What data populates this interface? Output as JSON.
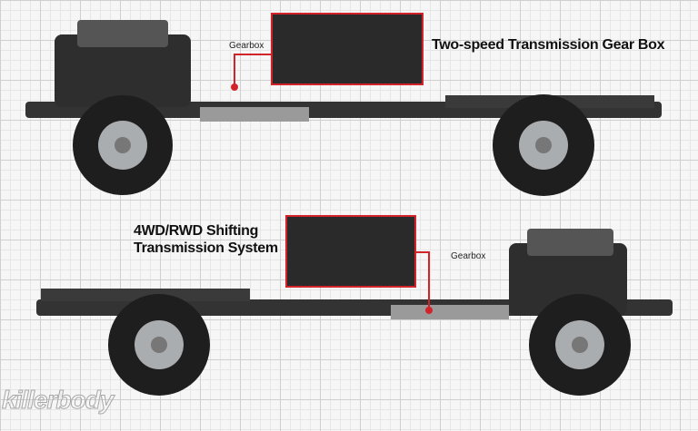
{
  "top": {
    "callout_label": "Gearbox",
    "title": "Two-speed Transmission Gear Box"
  },
  "bottom": {
    "title_line1": "4WD/RWD Shifting",
    "title_line2": "Transmission System",
    "callout_label": "Gearbox"
  },
  "logo": "killerbody",
  "colors": {
    "accent": "#d2232a",
    "chassis": "#2b2b2b",
    "wheel_hub": "#a9adb0"
  }
}
